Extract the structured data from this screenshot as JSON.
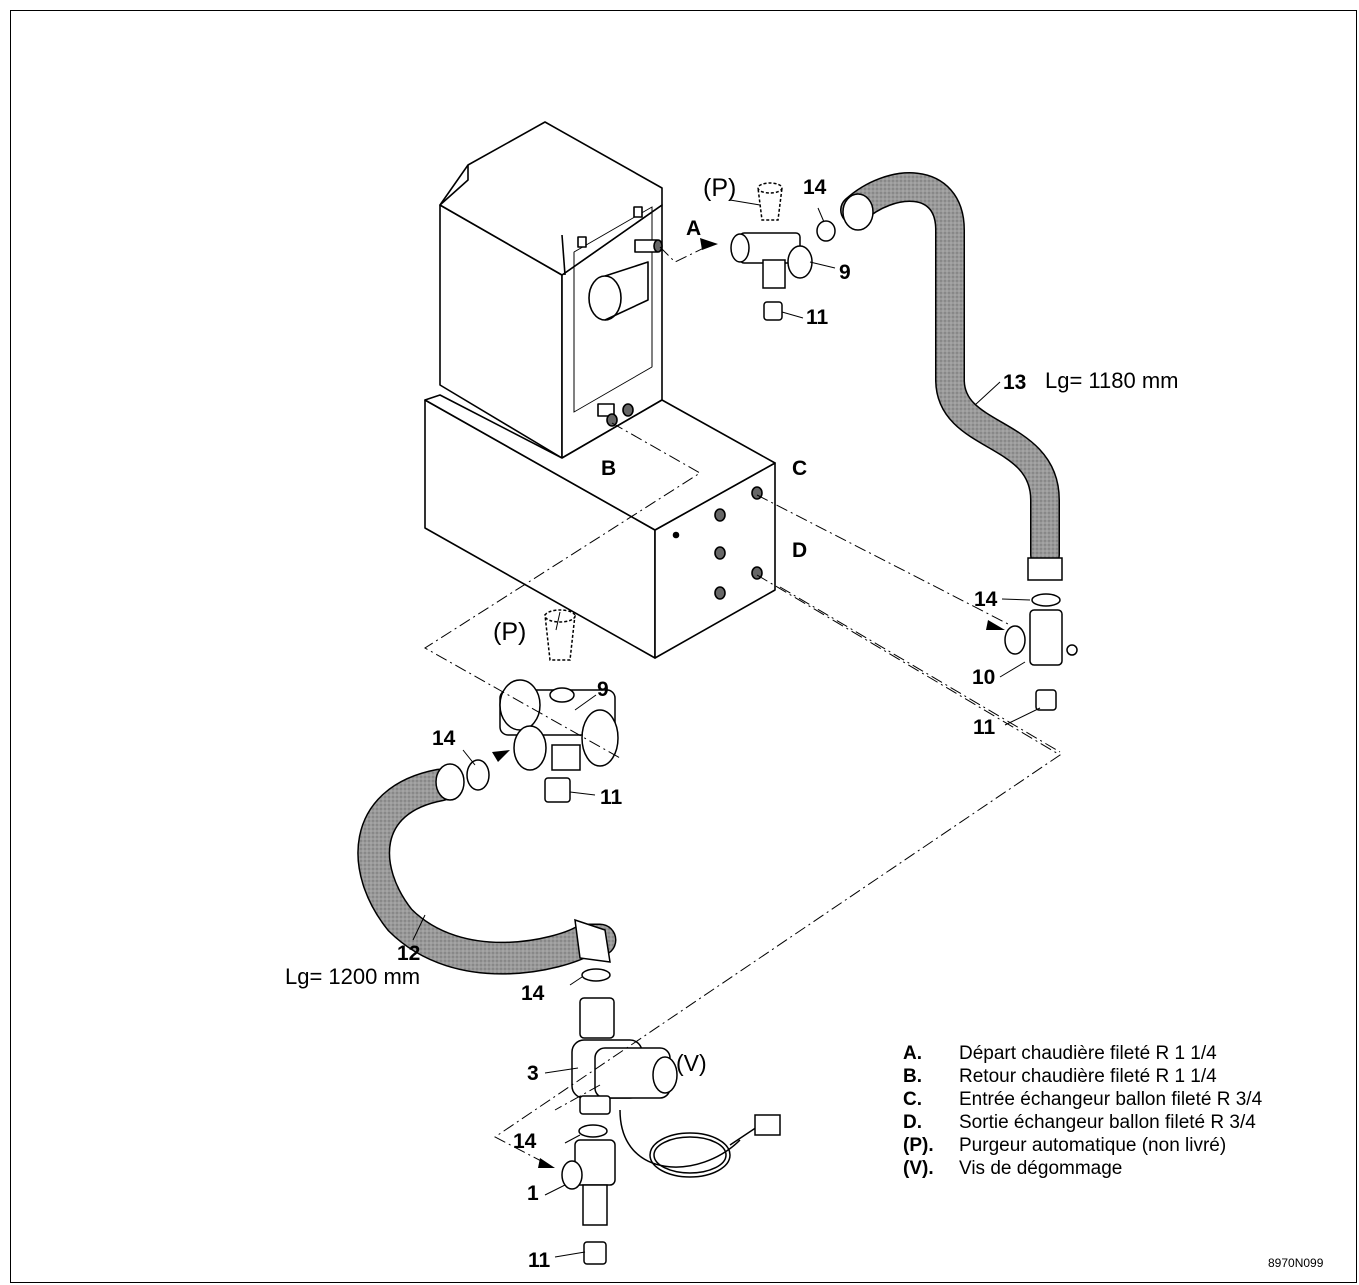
{
  "callouts": {
    "A": "A",
    "B": "B",
    "C": "C",
    "D": "D",
    "P_top": "(P)",
    "P_left": "(P)",
    "V": "(V)",
    "n14_top": "14",
    "n9_top": "9",
    "n11_top": "11",
    "n13": "13",
    "len13": "Lg= 1180 mm",
    "n14_right": "14",
    "n10": "10",
    "n11_right": "11",
    "n9_left": "9",
    "n14_left": "14",
    "n11_left": "11",
    "n12": "12",
    "len12": "Lg= 1200 mm",
    "n14_pump_top": "14",
    "n3": "3",
    "n14_pump_bottom": "14",
    "n1": "1",
    "n11_bottom": "11"
  },
  "legend": [
    {
      "key": "A.",
      "text": "Départ chaudière fileté R 1 1/4"
    },
    {
      "key": "B.",
      "text": "Retour chaudière fileté R 1 1/4"
    },
    {
      "key": "C.",
      "text": "Entrée échangeur ballon fileté R 3/4"
    },
    {
      "key": "D.",
      "text": "Sortie échangeur ballon fileté R 3/4"
    },
    {
      "key": "(P).",
      "text": "Purgeur automatique (non livré)"
    },
    {
      "key": "(V).",
      "text": "Vis de dégommage"
    }
  ],
  "reference": "8970N099"
}
